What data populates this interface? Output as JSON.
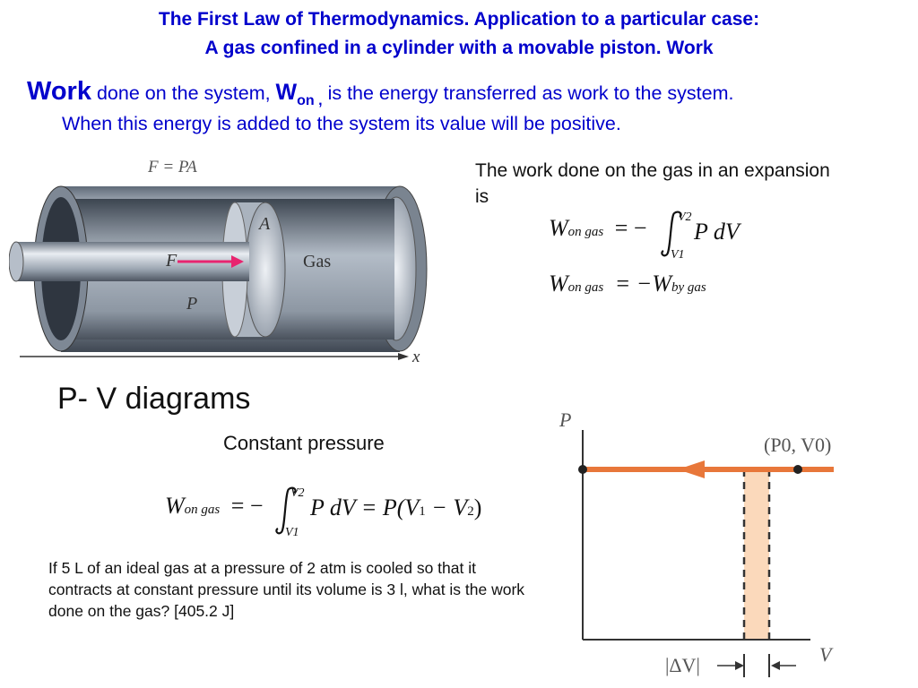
{
  "slide": {
    "title_line1": "The First Law of Thermodynamics. Application to a particular case:",
    "title_line2": "A gas confined in a cylinder with a movable piston. Work",
    "intro": {
      "word_work": "Work",
      "text1": " done on the system, ",
      "symbol_w": "W",
      "symbol_sub": "on ,",
      "text2": " is the energy transferred as work to the system.",
      "line2": "When this energy is added to the system its value will be positive."
    },
    "cylinder_figure": {
      "force_eq": "F = PA",
      "area_label": "A",
      "force_label": "F",
      "gas_label": "Gas",
      "pressure_label": "P",
      "axis_label": "x"
    },
    "work_expansion": {
      "description": "The work done on the gas in an expansion is",
      "eq1": {
        "W": "W",
        "sub": "on gas",
        "rest": "= −",
        "upper": "V2",
        "lower": "V1",
        "integrand": "P dV"
      },
      "eq2": {
        "W": "W",
        "sub": "on gas",
        "rest": "= −W",
        "sub2": "by gas"
      }
    },
    "pv": {
      "heading": "P- V diagrams",
      "subheading": "Constant pressure",
      "eq": {
        "W": "W",
        "sub": "on gas",
        "rest": "= −",
        "upper": "V2",
        "lower": "V1",
        "integrand": "P dV = P(V",
        "v1": "1",
        "mid": " − V",
        "v2": "2",
        "close": ")"
      }
    },
    "problem": {
      "text": "If 5 L of an ideal gas at a pressure of 2 atm is cooled so that it contracts at constant pressure until its volume is 3 l, what is the work done on the gas? [405.2 J]"
    },
    "pv_plot": {
      "p_axis": "P",
      "v_axis": "V",
      "point_label": "(P0, V0)",
      "delta_v_label": "|ΔV|",
      "colors": {
        "line": "#e8773a",
        "band": "#fbd9bb",
        "axis": "#333333"
      }
    }
  }
}
